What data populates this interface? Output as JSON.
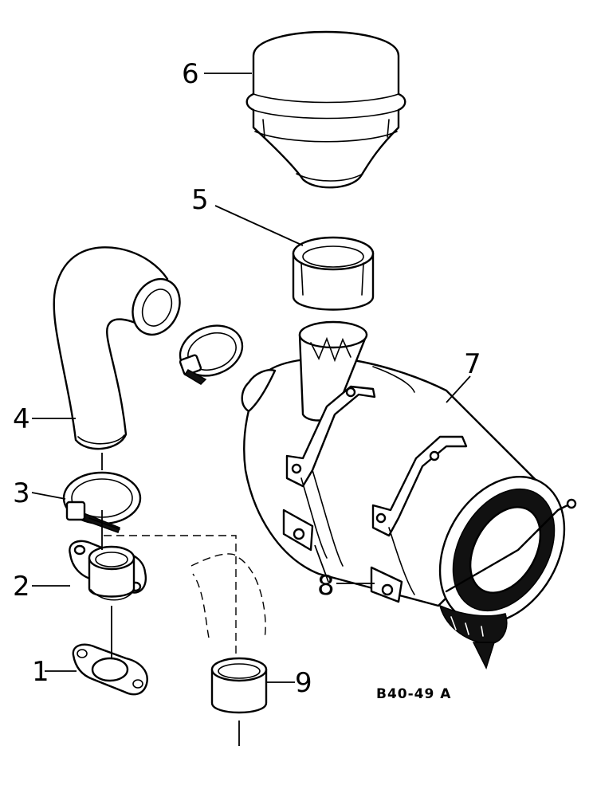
{
  "diagram": {
    "reference_code": "B40-49 A",
    "callouts": [
      {
        "id": "1",
        "label": "1"
      },
      {
        "id": "2",
        "label": "2"
      },
      {
        "id": "3",
        "label": "3"
      },
      {
        "id": "4",
        "label": "4"
      },
      {
        "id": "5",
        "label": "5"
      },
      {
        "id": "6",
        "label": "6"
      },
      {
        "id": "7",
        "label": "7"
      },
      {
        "id": "8",
        "label": "8"
      },
      {
        "id": "9",
        "label": "9"
      }
    ]
  }
}
